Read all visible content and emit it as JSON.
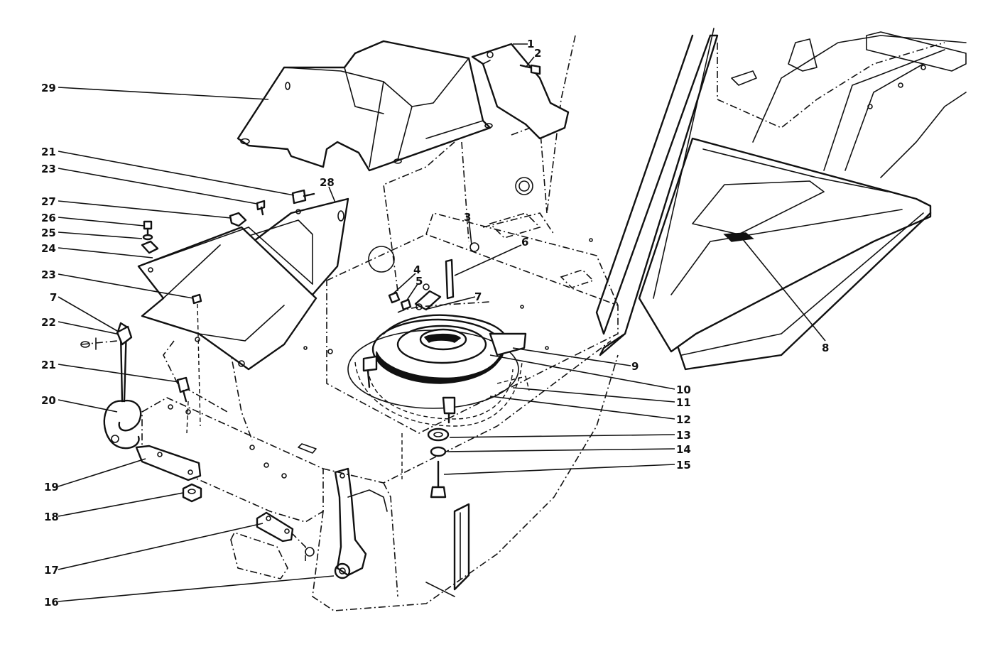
{
  "diagram": {
    "callouts": [
      {
        "id": "c1",
        "text": "1"
      },
      {
        "id": "c2",
        "text": "2"
      },
      {
        "id": "c3",
        "text": "3"
      },
      {
        "id": "c4",
        "text": "4"
      },
      {
        "id": "c5",
        "text": "5"
      },
      {
        "id": "c6",
        "text": "6"
      },
      {
        "id": "c7a",
        "text": "7"
      },
      {
        "id": "c7b",
        "text": "7"
      },
      {
        "id": "c8",
        "text": "8"
      },
      {
        "id": "c9",
        "text": "9"
      },
      {
        "id": "c10",
        "text": "10"
      },
      {
        "id": "c11",
        "text": "11"
      },
      {
        "id": "c12",
        "text": "12"
      },
      {
        "id": "c13",
        "text": "13"
      },
      {
        "id": "c14",
        "text": "14"
      },
      {
        "id": "c15",
        "text": "15"
      },
      {
        "id": "c16",
        "text": "16"
      },
      {
        "id": "c17",
        "text": "17"
      },
      {
        "id": "c18",
        "text": "18"
      },
      {
        "id": "c19",
        "text": "19"
      },
      {
        "id": "c20",
        "text": "20"
      },
      {
        "id": "c21a",
        "text": "21"
      },
      {
        "id": "c21b",
        "text": "21"
      },
      {
        "id": "c22",
        "text": "22"
      },
      {
        "id": "c23a",
        "text": "23"
      },
      {
        "id": "c23b",
        "text": "23"
      },
      {
        "id": "c24",
        "text": "24"
      },
      {
        "id": "c25",
        "text": "25"
      },
      {
        "id": "c26",
        "text": "26"
      },
      {
        "id": "c27",
        "text": "27"
      },
      {
        "id": "c28",
        "text": "28"
      },
      {
        "id": "c29",
        "text": "29"
      }
    ]
  }
}
